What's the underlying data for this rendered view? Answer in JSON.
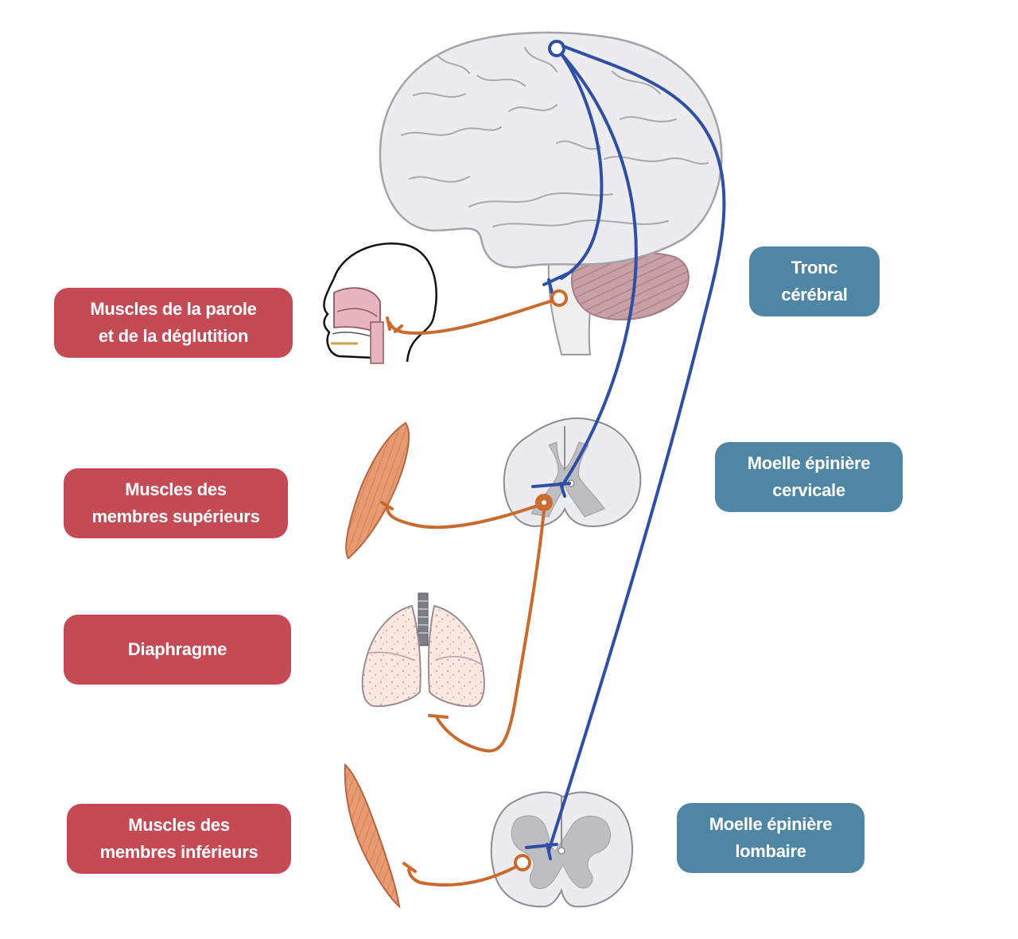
{
  "colors": {
    "target_label": "#c44a55",
    "level_label": "#4f86a3",
    "upper_motor_neuron": "#2f4fa5",
    "lower_motor_neuron": "#c96a2e"
  },
  "targets": {
    "speech": {
      "line1": "Muscles de la parole",
      "line2": "et de la déglutition"
    },
    "upper_limbs": {
      "line1": "Muscles des",
      "line2": "membres supérieurs"
    },
    "diaphragm": {
      "line1": "Diaphragme"
    },
    "lower_limbs": {
      "line1": "Muscles des",
      "line2": "membres inférieurs"
    }
  },
  "levels": {
    "brainstem": {
      "line1": "Tronc",
      "line2": "cérébral"
    },
    "cervical": {
      "line1": "Moelle épinière",
      "line2": "cervicale"
    },
    "lumbar": {
      "line1": "Moelle épinière",
      "line2": "lombaire"
    }
  },
  "icons": [
    "brain-icon",
    "cerebellum-icon",
    "head-profile-icon",
    "spinal-cord-section-icon",
    "muscle-icon",
    "lungs-icon"
  ]
}
